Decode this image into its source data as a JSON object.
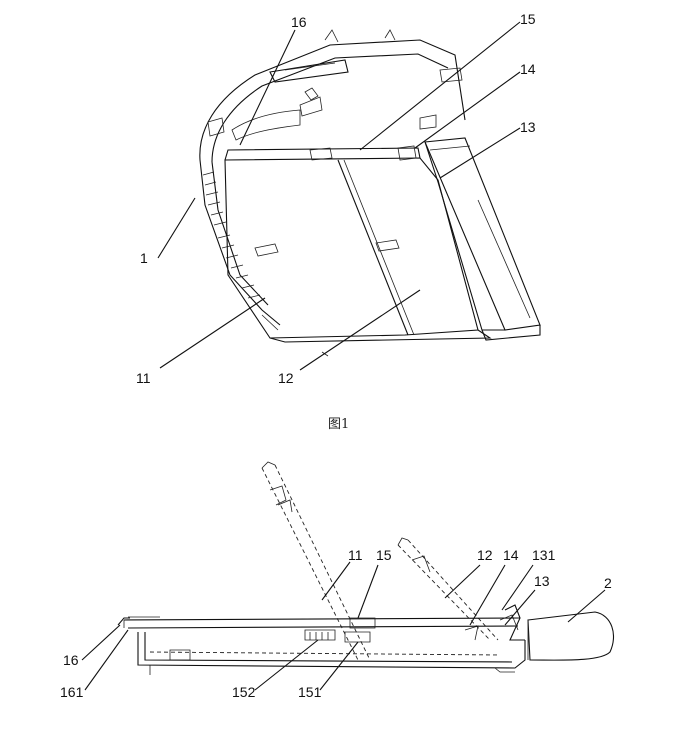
{
  "figure1": {
    "caption": "图1",
    "labels": [
      "1",
      "11",
      "12",
      "13",
      "14",
      "15",
      "16"
    ]
  },
  "figure2": {
    "labels": [
      "11",
      "15",
      "12",
      "14",
      "131",
      "13",
      "2",
      "16",
      "161",
      "152",
      "151"
    ]
  }
}
